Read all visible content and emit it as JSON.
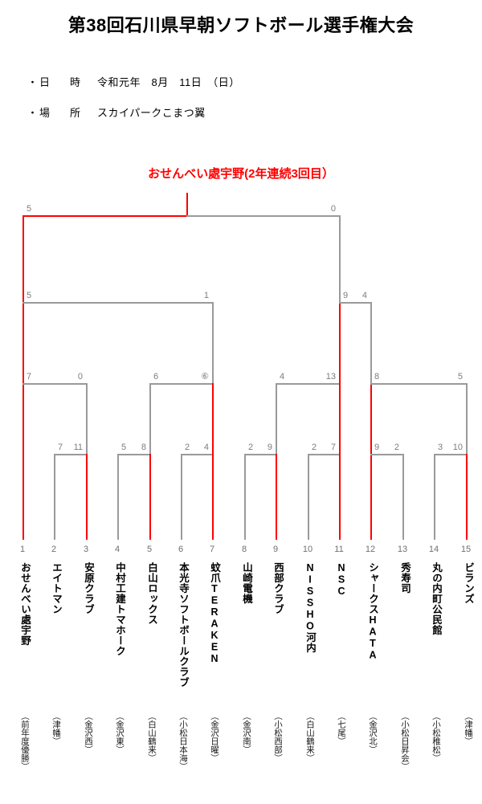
{
  "header": {
    "title": "第38回石川県早朝ソフトボール選手権大会",
    "date_bullet": "・",
    "date_label": "日　時",
    "date_value": "令和元年　8月　11日　（日）",
    "venue_bullet": "・",
    "venue_label": "場　所",
    "venue_value": "スカイパークこまつ翼"
  },
  "champion": {
    "text": "おせんべい處宇野(2年連続3回目）",
    "color": "#ff0000"
  },
  "colors": {
    "winner_line": "#ff0000",
    "loser_line": "#9a9a9a",
    "score_text": "#7d7d7d"
  },
  "teams": [
    {
      "seed": "1",
      "name": "おせんべい處宇野",
      "region": "（前年度優勝）",
      "advanced": true
    },
    {
      "seed": "2",
      "name": "エイトマン",
      "region": "（津幡）",
      "advanced": false
    },
    {
      "seed": "3",
      "name": "安原クラブ",
      "region": "（金沢西）",
      "advanced": true
    },
    {
      "seed": "4",
      "name": "中村工建トマホーク",
      "region": "（金沢東）",
      "advanced": false
    },
    {
      "seed": "5",
      "name": "白山ロックス",
      "region": "（白山鶴来）",
      "advanced": true
    },
    {
      "seed": "6",
      "name": "本光寺ソフトボールクラブ",
      "region": "（小松日本海）",
      "advanced": false
    },
    {
      "seed": "7",
      "name": "蚊爪TERAKEN",
      "region": "（金沢日曜）",
      "advanced": true
    },
    {
      "seed": "8",
      "name": "山崎電機",
      "region": "（金沢南）",
      "advanced": false
    },
    {
      "seed": "9",
      "name": "西部クラブ",
      "region": "（小松西部）",
      "advanced": true
    },
    {
      "seed": "10",
      "name": "NISSHO河内",
      "region": "（白山鶴来）",
      "advanced": false
    },
    {
      "seed": "11",
      "name": "NSC",
      "region": "（七尾）",
      "advanced": true
    },
    {
      "seed": "12",
      "name": "シャークスHATA",
      "region": "（金沢北）",
      "advanced": true
    },
    {
      "seed": "13",
      "name": "秀寿司",
      "region": "（小松日昇会）",
      "advanced": false
    },
    {
      "seed": "14",
      "name": "丸の内町公民館",
      "region": "（小松稚松）",
      "advanced": false
    },
    {
      "seed": "15",
      "name": "ビランズ",
      "region": "（津幡）",
      "advanced": true
    }
  ],
  "rounds": {
    "round1": [
      {
        "left_score": "7",
        "right_score": "11",
        "left_seed": "2",
        "right_seed": "3",
        "winner": "right"
      },
      {
        "left_score": "5",
        "right_score": "8",
        "left_seed": "4",
        "right_seed": "5",
        "winner": "right"
      },
      {
        "left_score": "2",
        "right_score": "4",
        "left_seed": "6",
        "right_seed": "7",
        "winner": "right"
      },
      {
        "left_score": "2",
        "right_score": "9",
        "left_seed": "8",
        "right_seed": "9",
        "winner": "right"
      },
      {
        "left_score": "2",
        "right_score": "7",
        "left_seed": "10",
        "right_seed": "11",
        "winner": "right"
      },
      {
        "left_score": "9",
        "right_score": "2",
        "left_seed": "12",
        "right_seed": "13",
        "winner": "left"
      },
      {
        "left_score": "3",
        "right_score": "10",
        "left_seed": "14",
        "right_seed": "15",
        "winner": "right"
      }
    ],
    "quarterfinals": [
      {
        "left_score": "7",
        "right_score": "0",
        "winner": "left"
      },
      {
        "left_score": "6",
        "right_score": "⑥",
        "winner": "right"
      },
      {
        "left_score": "4",
        "right_score": "13",
        "winner": "right"
      },
      {
        "left_score": "8",
        "right_score": "5",
        "winner": "left"
      }
    ],
    "semifinals": [
      {
        "left_score": "5",
        "right_score": "1",
        "winner": "left"
      },
      {
        "left_score": "9",
        "right_score": "4",
        "winner": "left"
      }
    ],
    "final": {
      "left_score": "5",
      "right_score": "0",
      "winner": "left"
    }
  }
}
